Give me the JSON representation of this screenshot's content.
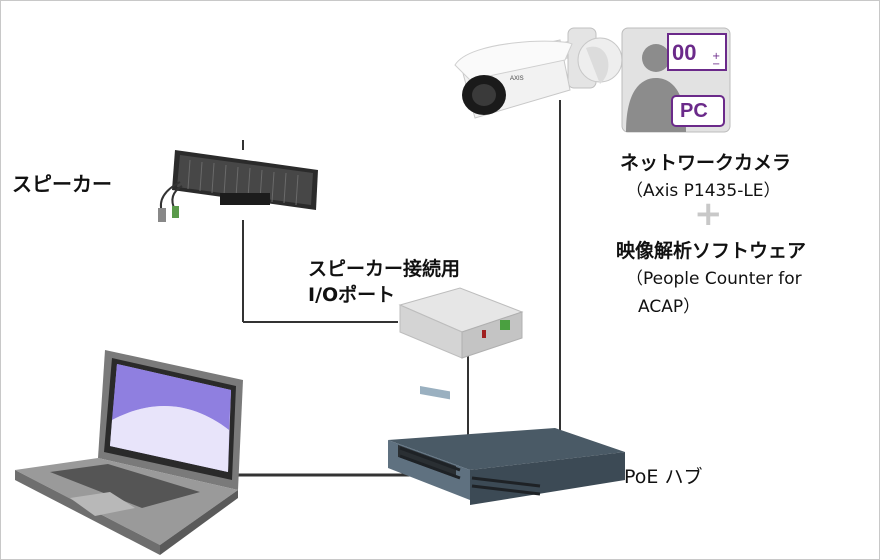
{
  "labels": {
    "speaker": "スピーカー",
    "io_port_line1": "スピーカー接続用",
    "io_port_line2": "I/Oポート",
    "camera_title": "ネットワークカメラ",
    "camera_model": "（Axis P1435-LE）",
    "plus": "+",
    "software_title": "映像解析ソフトウェア",
    "software_line1": "（People Counter for",
    "software_line2": "ACAP）",
    "hub": "PoE ハブ"
  },
  "app_icon": {
    "counter_text": "00",
    "badge_text": "PC",
    "accent": "#6b2a8a"
  },
  "colors": {
    "line": "#333333",
    "plus": "#c8c8c8"
  }
}
